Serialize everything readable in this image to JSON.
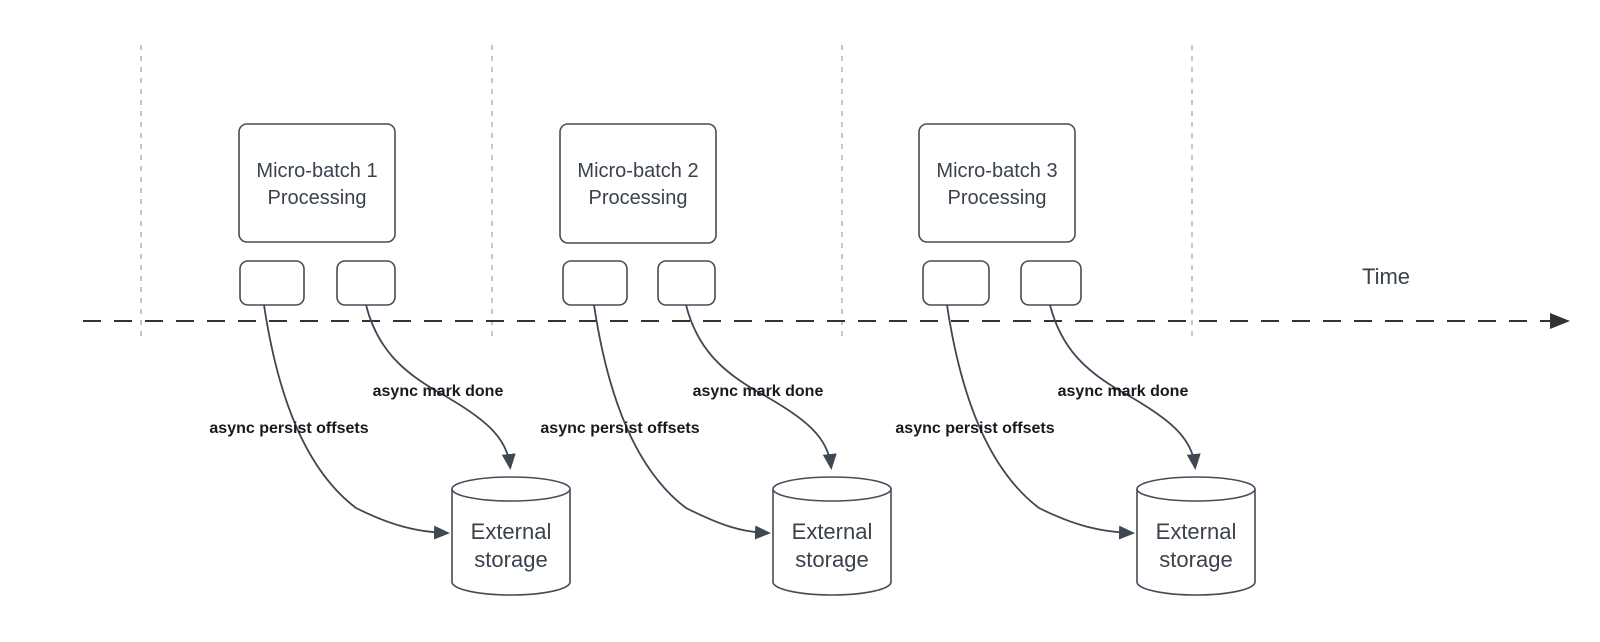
{
  "diagram": {
    "time_label": "Time",
    "batches": [
      {
        "title_line1": "Micro-batch 1",
        "title_line2": "Processing",
        "persist_label": "async persist offsets",
        "done_label": "async mark done",
        "storage_line1": "External",
        "storage_line2": "storage"
      },
      {
        "title_line1": "Micro-batch 2",
        "title_line2": "Processing",
        "persist_label": "async persist offsets",
        "done_label": "async mark done",
        "storage_line1": "External",
        "storage_line2": "storage"
      },
      {
        "title_line1": "Micro-batch 3",
        "title_line2": "Processing",
        "persist_label": "async persist offsets",
        "done_label": "async mark done",
        "storage_line1": "External",
        "storage_line2": "storage"
      }
    ],
    "colors": {
      "background": "#ffffff",
      "shape_stroke": "#454d59",
      "arrow_stroke": "#3f4754",
      "guide_stroke": "#b4b4b4",
      "axis_stroke": "#2e3338",
      "title_text": "#3a424d",
      "label_text": "#16191e"
    }
  }
}
